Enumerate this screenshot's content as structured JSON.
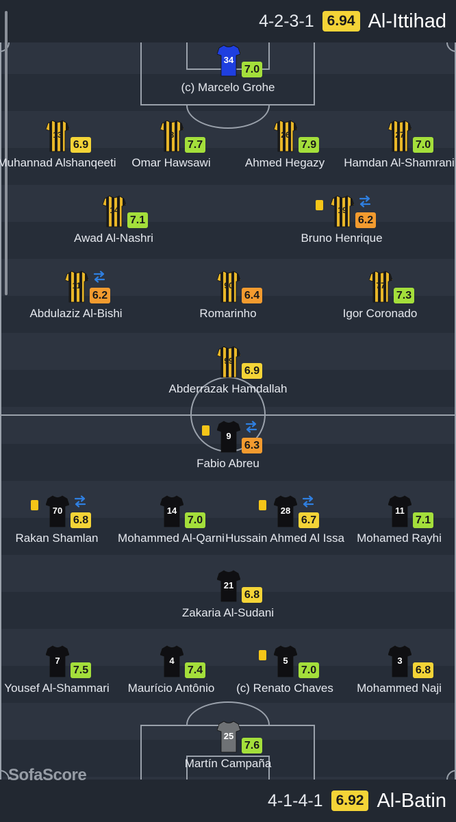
{
  "home_team": {
    "formation": "4-2-3-1",
    "rating": "6.94",
    "name": "Al-Ittihad"
  },
  "away_team": {
    "formation": "4-1-4-1",
    "rating": "6.92",
    "name": "Al-Batin"
  },
  "watermark": "SofaScore",
  "colors": {
    "rating_green": "#a4df3b",
    "rating_yellow": "#f4d437",
    "rating_orange": "#f39b2f",
    "card_yellow": "#f5c518",
    "sub_blue": "#2f7fe0",
    "gk_home": "#1f3fe0",
    "gk_away": "#6f7275",
    "kit_away": "#0f0f12",
    "kit_home_stripe_a": "#e8b628",
    "kit_home_stripe_b": "#1a1a1a"
  },
  "home_players": [
    {
      "number": "34",
      "name": "(c) Marcelo Grohe",
      "rating": "7.0",
      "level": "green",
      "kit": "gk-home"
    },
    {
      "number": "13",
      "name": "Muhannad Alshanqeeti",
      "rating": "6.9",
      "level": "yellow",
      "kit": "striped"
    },
    {
      "number": "3",
      "name": "Omar Hawsawi",
      "rating": "7.7",
      "level": "green",
      "kit": "striped"
    },
    {
      "number": "26",
      "name": "Ahmed Hegazy",
      "rating": "7.9",
      "level": "green",
      "kit": "striped"
    },
    {
      "number": "27",
      "name": "Hamdan Al-Shamrani",
      "rating": "7.0",
      "level": "green",
      "kit": "striped"
    },
    {
      "number": "14",
      "name": "Awad Al-Nashri",
      "rating": "7.1",
      "level": "green",
      "kit": "striped"
    },
    {
      "number": "19",
      "name": "Bruno Henrique",
      "rating": "6.2",
      "level": "orange",
      "kit": "striped",
      "card": true,
      "sub": true
    },
    {
      "number": "11",
      "name": "Abdulaziz Al-Bishi",
      "rating": "6.2",
      "level": "orange",
      "kit": "striped",
      "sub": true
    },
    {
      "number": "90",
      "name": "Romarinho",
      "rating": "6.4",
      "level": "orange",
      "kit": "striped"
    },
    {
      "number": "77",
      "name": "Igor Coronado",
      "rating": "7.3",
      "level": "green",
      "kit": "striped"
    },
    {
      "number": "99",
      "name": "Abderrazak Hamdallah",
      "rating": "6.9",
      "level": "yellow",
      "kit": "striped"
    }
  ],
  "away_players": [
    {
      "number": "9",
      "name": "Fabio Abreu",
      "rating": "6.3",
      "level": "orange",
      "kit": "black",
      "card": true,
      "sub": true
    },
    {
      "number": "70",
      "name": "Rakan Shamlan",
      "rating": "6.8",
      "level": "yellow",
      "kit": "black",
      "card": true,
      "sub": true
    },
    {
      "number": "14",
      "name": "Mohammed Al-Qarni",
      "rating": "7.0",
      "level": "green",
      "kit": "black"
    },
    {
      "number": "28",
      "name": "Hussain Ahmed Al Issa",
      "rating": "6.7",
      "level": "yellow",
      "kit": "black",
      "card": true,
      "sub": true
    },
    {
      "number": "11",
      "name": "Mohamed Rayhi",
      "rating": "7.1",
      "level": "green",
      "kit": "black"
    },
    {
      "number": "21",
      "name": "Zakaria Al-Sudani",
      "rating": "6.8",
      "level": "yellow",
      "kit": "black"
    },
    {
      "number": "7",
      "name": "Yousef Al-Shammari",
      "rating": "7.5",
      "level": "green",
      "kit": "black"
    },
    {
      "number": "4",
      "name": "Maurício Antônio",
      "rating": "7.4",
      "level": "green",
      "kit": "black"
    },
    {
      "number": "5",
      "name": "(c) Renato Chaves",
      "rating": "7.0",
      "level": "green",
      "kit": "black",
      "card": true
    },
    {
      "number": "3",
      "name": "Mohammed Naji",
      "rating": "6.8",
      "level": "yellow",
      "kit": "black"
    },
    {
      "number": "25",
      "name": "Martín Campaña",
      "rating": "7.6",
      "level": "green",
      "kit": "gk-away"
    }
  ]
}
